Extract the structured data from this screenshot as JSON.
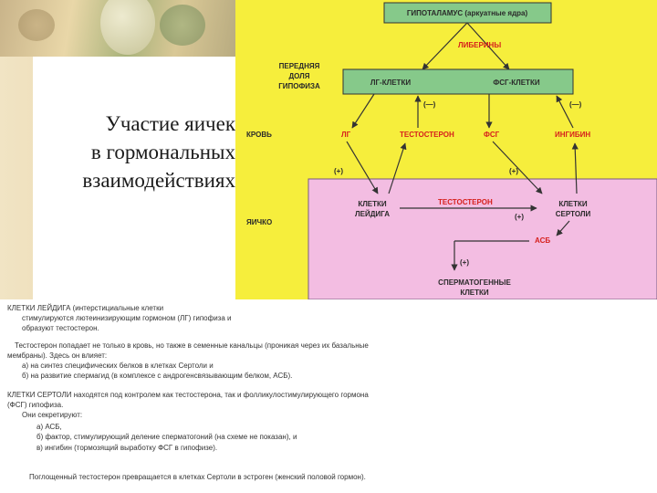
{
  "slide": {
    "title_lines": [
      "Участие яичек",
      "в гормональных",
      "взаимодействиях"
    ]
  },
  "diagram": {
    "hypothalamus": "ГИПОТАЛАМУС (аркуатные ядра)",
    "liberins": "ЛИБЕРИНЫ",
    "pituitary_label": [
      "ПЕРЕДНЯЯ",
      "ДОЛЯ",
      "ГИПОФИЗА"
    ],
    "lh_cells": "ЛГ-КЛЕТКИ",
    "fsh_cells": "ФСГ-КЛЕТКИ",
    "minus1": "(—)",
    "minus2": "(—)",
    "blood": "КРОВЬ",
    "lh": "ЛГ",
    "testosterone": "ТЕСТОСТЕРОН",
    "fsh": "ФСГ",
    "inhibin": "ИНГИБИН",
    "plus_left": "(+)",
    "plus_right": "(+)",
    "testis": "ЯИЧКО",
    "leydig": [
      "КЛЕТКИ",
      "ЛЕЙДИГА"
    ],
    "testosterone_inner": "ТЕСТОСТЕРОН",
    "sertoli": [
      "КЛЕТКИ",
      "СЕРТОЛИ"
    ],
    "plus_mid": "(+)",
    "abp": "АСБ",
    "plus_low": "(+)",
    "spermatogenic": [
      "СПЕРМАТОГЕННЫЕ",
      "КЛЕТКИ"
    ]
  },
  "notes": {
    "lines": [
      "КЛЕТКИ  ЛЕЙДИГА (интерстициальные клетки",
      "стимулируются лютеинизирующим гормоном (ЛГ) гипофиза и",
      "образуют тестостерон.",
      "Тестостерон попадает не только в кровь, но также в семенные канальцы (проникая через их базальные",
      "мембраны). Здесь он влияет:",
      "а) на синтез специфических белков в клетках Сертоли и",
      "б) на развитие спермагид (в комплексе с андрогенсвязывающим белком, АСБ).",
      "КЛЕТКИ СЕРТОЛИ находятся под контролем как тестостерона, так и фолликулостимулирующего гормона",
      "(ФСГ) гипофиза.",
      "Они секретируют:",
      "а) АСБ,",
      "б) фактор, стимулирующий деление сперматогоний (на схеме не показан), и",
      "в) ингибин (тормозящий выработку ФСГ в гипофизе).",
      "Поглощенный тестостерон превращается в клетках Сертоли в эстроген (женский половой гормон)."
    ]
  }
}
